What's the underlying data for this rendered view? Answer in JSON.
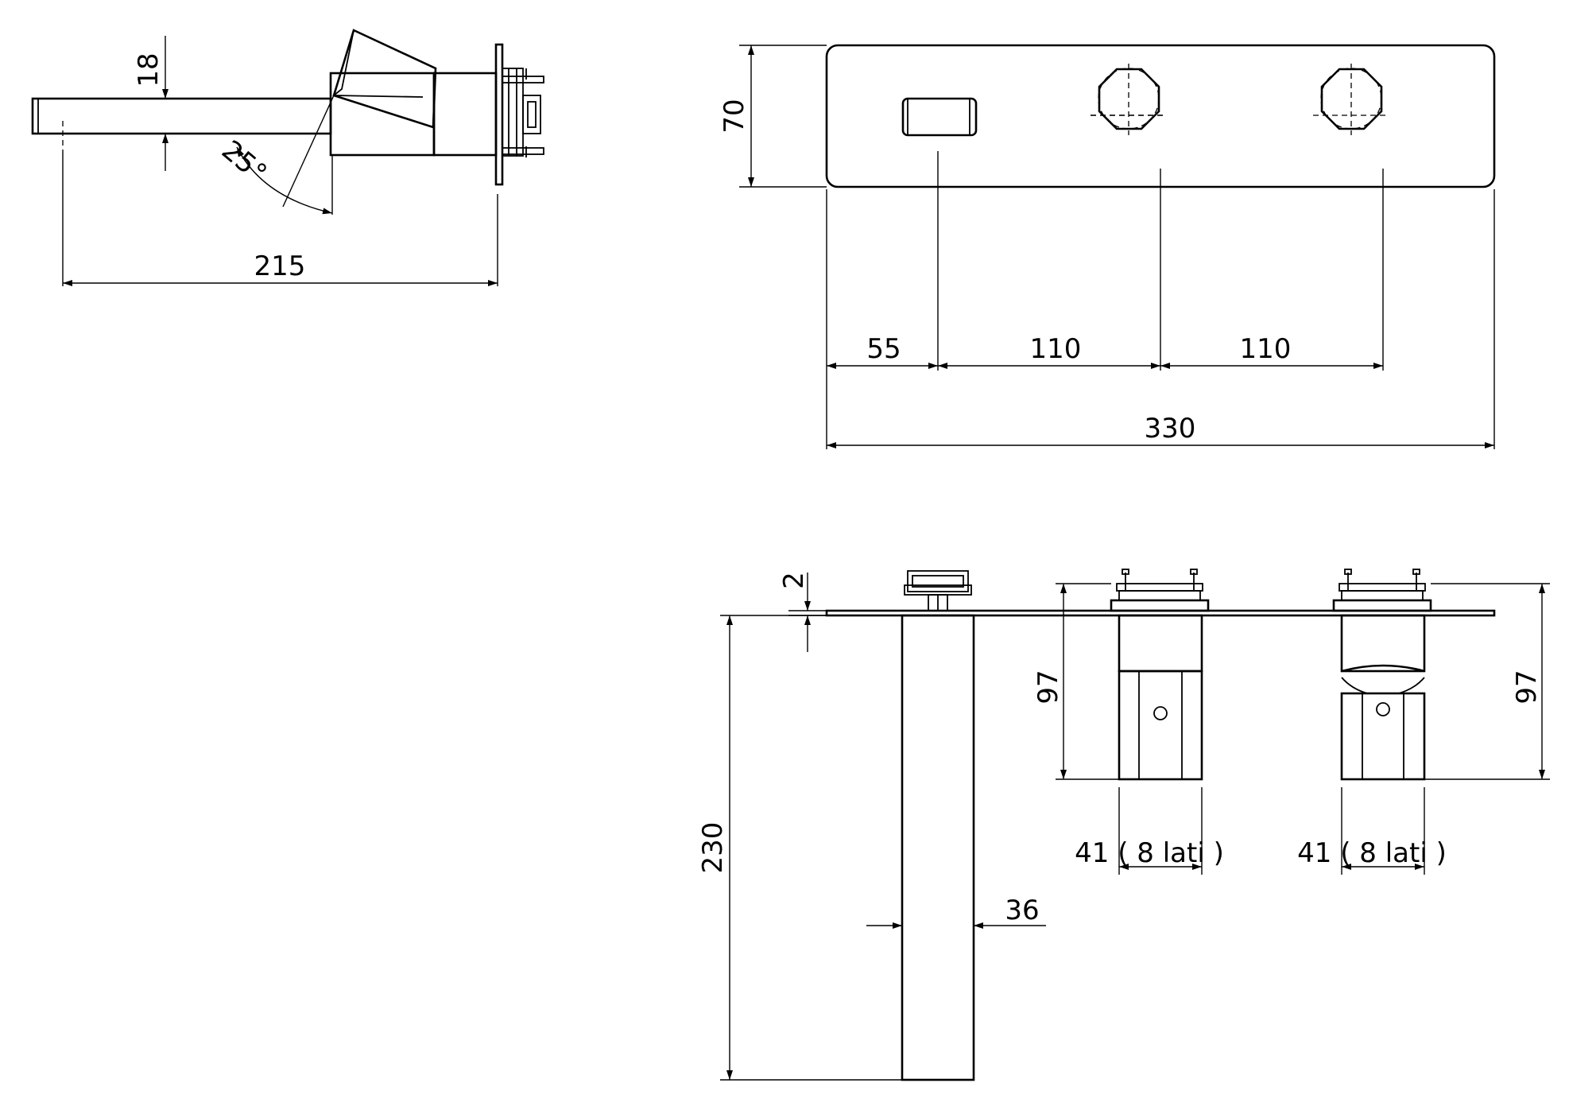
{
  "side_view": {
    "dim_height_18": "18",
    "dim_angle": "25°",
    "dim_length_215": "215"
  },
  "front_view": {
    "dim_height_70": "70",
    "dim_55": "55",
    "dim_110_a": "110",
    "dim_110_b": "110",
    "dim_total_330": "330"
  },
  "top_view": {
    "dim_2": "2",
    "dim_97_left": "97",
    "dim_97_right": "97",
    "dim_230": "230",
    "dim_36": "36",
    "dim_41_left": "41 ( 8 lati )",
    "dim_41_right": "41 ( 8 lati )"
  }
}
